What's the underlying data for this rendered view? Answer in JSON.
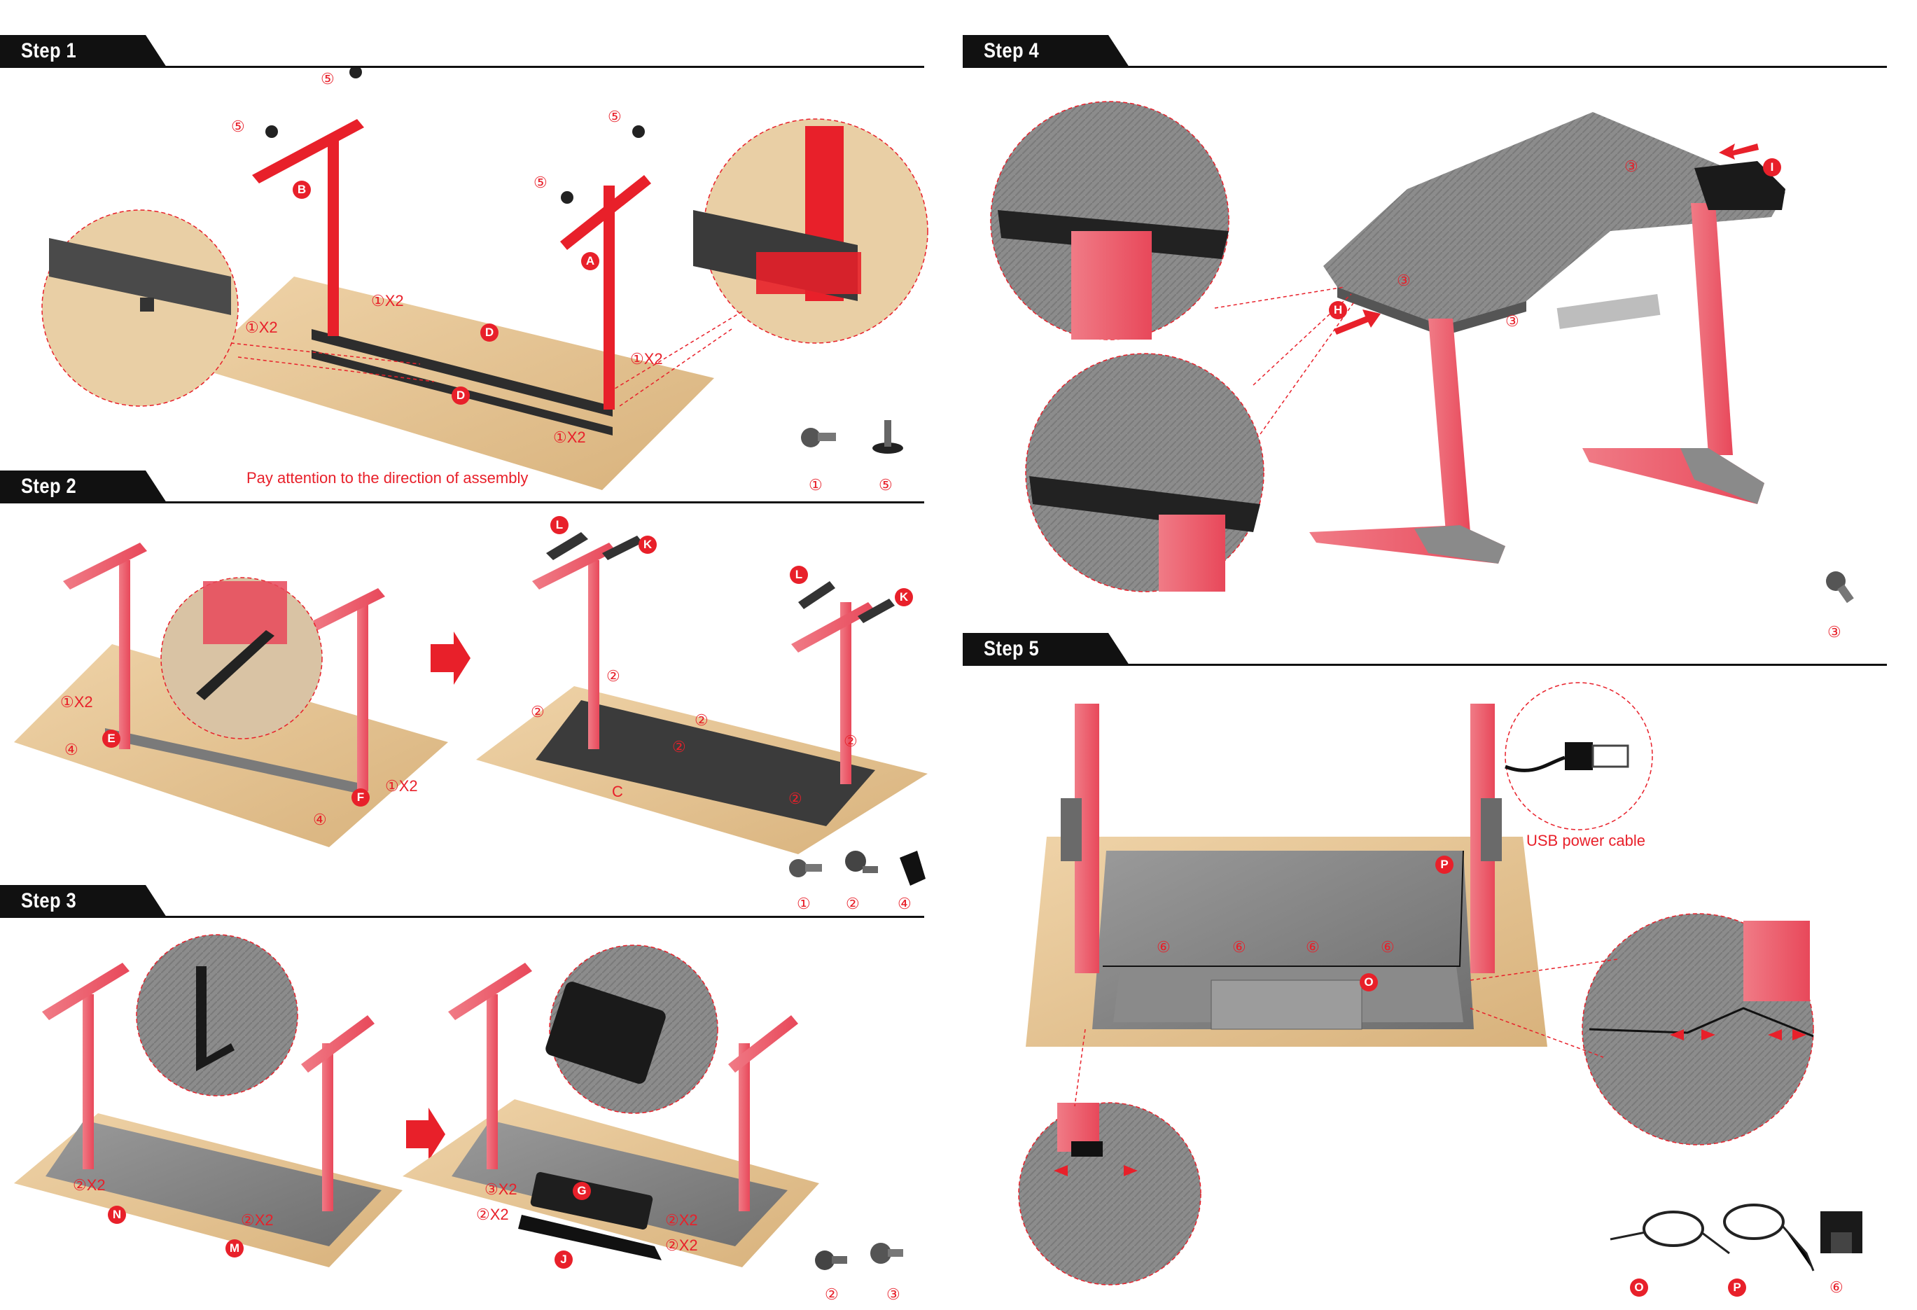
{
  "steps": {
    "s1": {
      "label": "Step 1"
    },
    "s2": {
      "label": "Step 2"
    },
    "s3": {
      "label": "Step 3"
    },
    "s4": {
      "label": "Step 4"
    },
    "s5": {
      "label": "Step 5"
    }
  },
  "step1": {
    "note": "Pay attention to the direction of assembly",
    "x2": "X2",
    "parts": {
      "a": "A",
      "b": "B",
      "d": "D"
    },
    "legend": [
      "①",
      "⑤"
    ]
  },
  "step2": {
    "x2": "X2",
    "parts": {
      "c": "C",
      "e": "E",
      "f": "F",
      "k": "K",
      "l": "L"
    },
    "legend": [
      "①",
      "②",
      "④"
    ]
  },
  "step3": {
    "x2": "X2",
    "parts": {
      "g": "G",
      "j": "J",
      "m": "M",
      "n": "N"
    },
    "legend": [
      "②",
      "③"
    ]
  },
  "step4": {
    "parts": {
      "h": "H",
      "i": "I"
    },
    "legend": [
      "③"
    ]
  },
  "step5": {
    "usb_label": "USB power cable",
    "parts": {
      "o": "O",
      "p": "P"
    },
    "legend": [
      "O",
      "P",
      "⑥"
    ]
  },
  "marks": {
    "one": "①",
    "two": "②",
    "three": "③",
    "four": "④",
    "five": "⑤",
    "six": "⑥"
  },
  "colors": {
    "accent": "#e8202a",
    "frame": "#e8202a",
    "frame_light": "#f06f7c",
    "panel": "#8a8a8a",
    "floor": "#e6c79a",
    "header_bg": "#111111"
  }
}
